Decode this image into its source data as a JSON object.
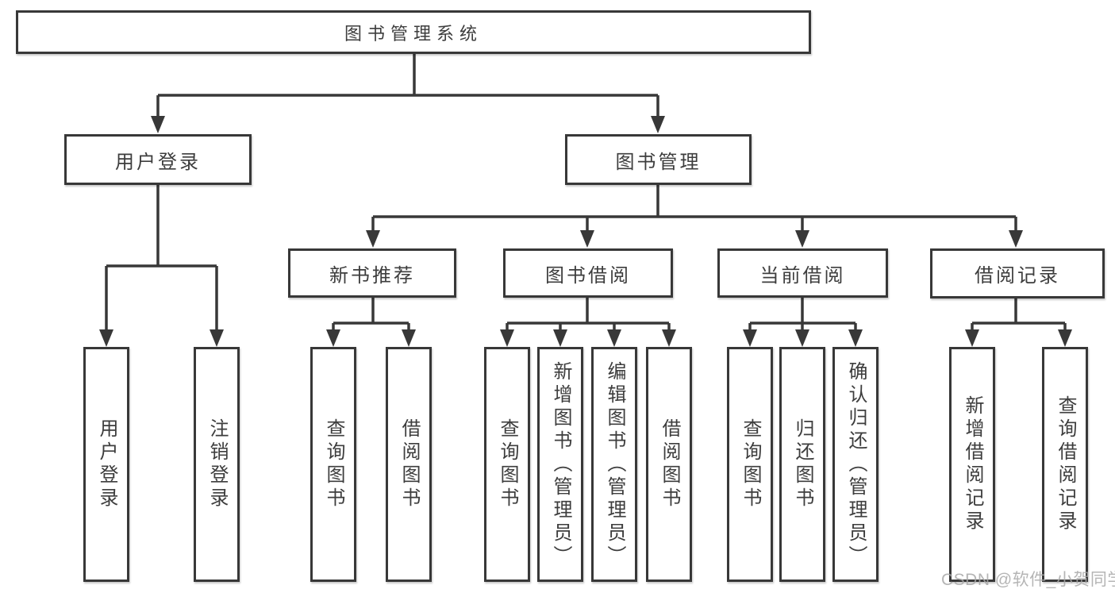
{
  "diagram": {
    "tree": {
      "root": {
        "label": "图书管理系统"
      },
      "branches": [
        {
          "label": "用户登录",
          "leaves": [
            {
              "label": "用户登录"
            },
            {
              "label": "注销登录"
            }
          ]
        },
        {
          "label": "图书管理",
          "groups": [
            {
              "label": "新书推荐",
              "leaves": [
                {
                  "label": "查询图书"
                },
                {
                  "label": "借阅图书"
                }
              ]
            },
            {
              "label": "图书借阅",
              "leaves": [
                {
                  "label": "查询图书"
                },
                {
                  "label": "新增图书（管理员）"
                },
                {
                  "label": "编辑图书（管理员）"
                },
                {
                  "label": "借阅图书"
                }
              ]
            },
            {
              "label": "当前借阅",
              "leaves": [
                {
                  "label": "查询图书"
                },
                {
                  "label": "归还图书"
                },
                {
                  "label": "确认归还（管理员）"
                }
              ]
            },
            {
              "label": "借阅记录",
              "leaves": [
                {
                  "label": "新增借阅记录"
                },
                {
                  "label": "查询借阅记录"
                }
              ]
            }
          ]
        }
      ]
    },
    "colors": {
      "line": "#383838",
      "box_border": "#383838",
      "box_background": "#ffffff",
      "text": "#3d3d3d",
      "watermark": "#a8a8a8"
    }
  },
  "watermark": {
    "text": "CSDN @软件_小贺同学"
  }
}
